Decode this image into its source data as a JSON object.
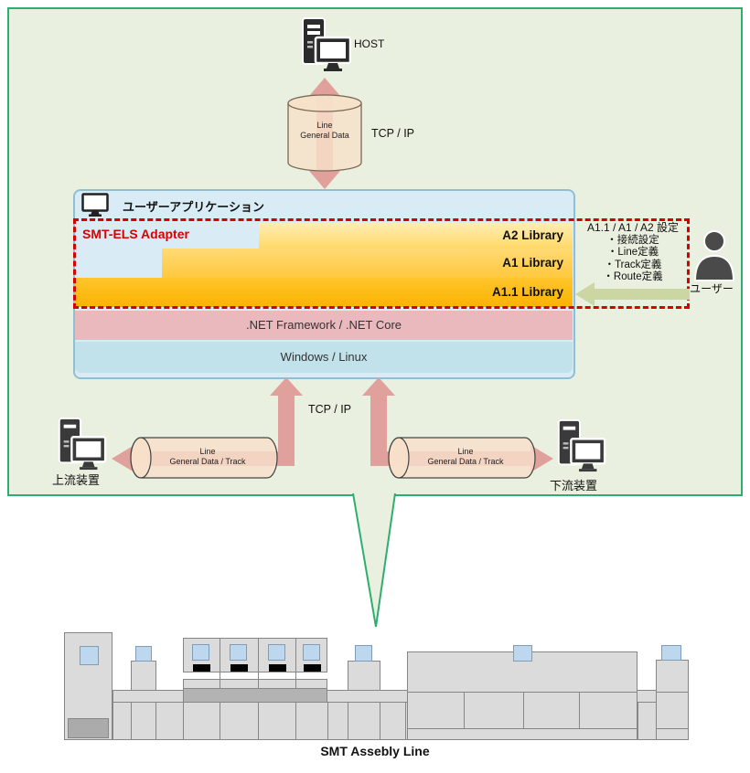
{
  "colors": {
    "boundary_green": "#2EAE6E",
    "bg_green": "#E9F0DF",
    "accent_red": "#D40000",
    "arrow_pink": "#E0A19C",
    "arrow_green": "#CBD6A3",
    "layer_a2": "#FFDF86",
    "layer_a1": "#FFCE4A",
    "layer_a11": "#FFBC0D",
    "framework_band": "#E9B9BD",
    "os_band": "#C1E1EB",
    "app_box_bg": "#D9ECF6"
  },
  "top": {
    "host_label": "HOST",
    "cylinder": {
      "line1": "Line",
      "line2": "General Data"
    },
    "tcp_label": "TCP / IP"
  },
  "app_box": {
    "title": "ユーザーアプリケーション",
    "adapter": "SMT-ELS Adapter",
    "layers": [
      {
        "label": "A2 Library"
      },
      {
        "label": "A1 Library"
      },
      {
        "label": "A1.1 Library"
      }
    ],
    "framework": ".NET Framework / .NET Core",
    "os": "Windows / Linux"
  },
  "settings": {
    "title": "A1.1 / A1 / A2 設定",
    "items": [
      "・接続設定",
      "・Line定義",
      "・Track定義",
      "・Route定義"
    ],
    "user_label": "ユーザー"
  },
  "bottom": {
    "tcp_label": "TCP / IP",
    "upstream": {
      "device": "上流装置",
      "cyl1": "Line",
      "cyl2": "General Data / Track"
    },
    "downstream": {
      "device": "下流装置",
      "cyl1": "Line",
      "cyl2": "General Data / Track"
    }
  },
  "assembly": {
    "caption": "SMT Assebly Line"
  }
}
